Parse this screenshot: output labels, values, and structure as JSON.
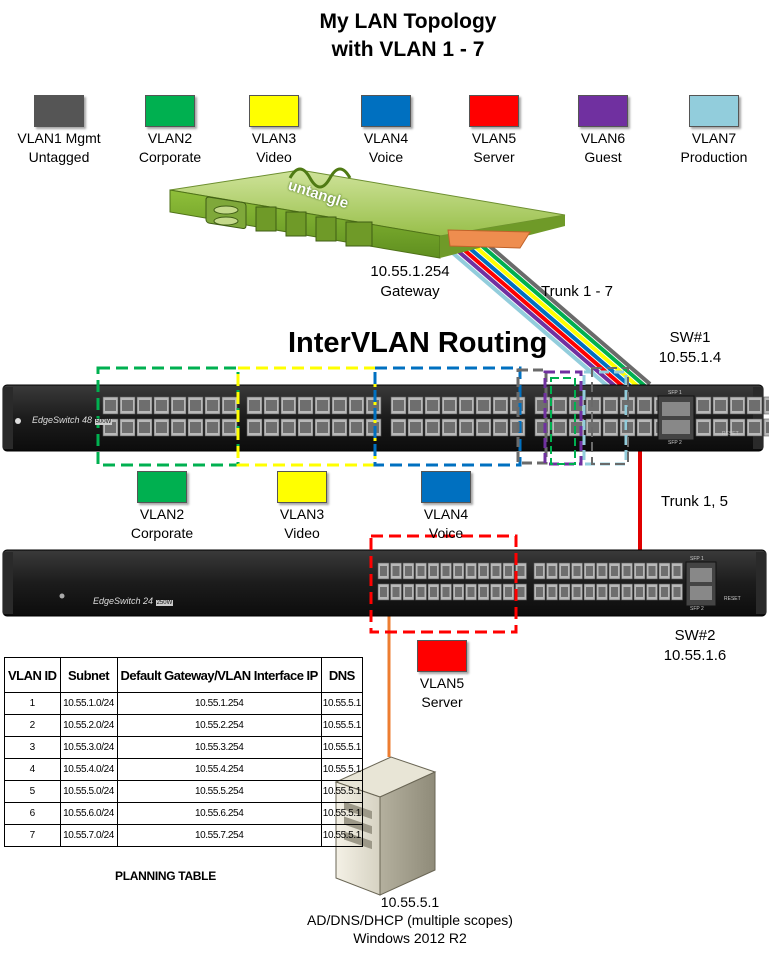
{
  "title_line1": "My LAN Topology",
  "title_line2": "with VLAN 1 - 7",
  "legend": [
    {
      "label": "VLAN1 Mgmt",
      "desc": "Untagged",
      "color": "#555555"
    },
    {
      "label": "VLAN2",
      "desc": "Corporate",
      "color": "#00b050"
    },
    {
      "label": "VLAN3",
      "desc": "Video",
      "color": "#ffff00"
    },
    {
      "label": "VLAN4",
      "desc": "Voice",
      "color": "#0070c0"
    },
    {
      "label": "VLAN5",
      "desc": "Server",
      "color": "#ff0000"
    },
    {
      "label": "VLAN6",
      "desc": "Guest",
      "color": "#7030a0"
    },
    {
      "label": "VLAN7",
      "desc": "Production",
      "color": "#92cddc"
    }
  ],
  "gateway": {
    "brand": "untangle",
    "ip": "10.55.1.254",
    "name": "Gateway"
  },
  "trunk_top": "Trunk 1 - 7",
  "routing_title": "InterVLAN Routing",
  "sw1": {
    "name": "SW#1",
    "ip": "10.55.1.4",
    "model": "EdgeSwitch 48",
    "badge": "500W"
  },
  "sw1_groups": [
    {
      "label": "VLAN2",
      "desc": "Corporate",
      "color": "#00b050"
    },
    {
      "label": "VLAN3",
      "desc": "Video",
      "color": "#ffff00"
    },
    {
      "label": "VLAN4",
      "desc": "Voice",
      "color": "#0070c0"
    }
  ],
  "trunk_mid": "Trunk 1, 5",
  "sw2": {
    "name": "SW#2",
    "ip": "10.55.1.6",
    "model": "EdgeSwitch 24",
    "badge": "250W"
  },
  "server_group": {
    "label": "VLAN5",
    "desc": "Server",
    "color": "#ff0000"
  },
  "server": {
    "ip": "10.55.5.1",
    "role": "AD/DNS/DHCP (multiple scopes)",
    "os": "Windows 2012 R2"
  },
  "planning_table": {
    "headers": [
      "VLAN ID",
      "Subnet",
      "Default Gateway/VLAN Interface IP",
      "DNS"
    ],
    "rows": [
      [
        "1",
        "10.55.1.0/24",
        "10.55.1.254",
        "10.55.5.1"
      ],
      [
        "2",
        "10.55.2.0/24",
        "10.55.2.254",
        "10.55.5.1"
      ],
      [
        "3",
        "10.55.3.0/24",
        "10.55.3.254",
        "10.55.5.1"
      ],
      [
        "4",
        "10.55.4.0/24",
        "10.55.4.254",
        "10.55.5.1"
      ],
      [
        "5",
        "10.55.5.0/24",
        "10.55.5.254",
        "10.55.5.1"
      ],
      [
        "6",
        "10.55.6.0/24",
        "10.55.6.254",
        "10.55.5.1"
      ],
      [
        "7",
        "10.55.7.0/24",
        "10.55.7.254",
        "10.55.5.1"
      ]
    ],
    "caption": "PLANNING TABLE"
  },
  "sfp_labels": [
    "SFP 1",
    "SFP 2"
  ],
  "reset_label": "RESET"
}
